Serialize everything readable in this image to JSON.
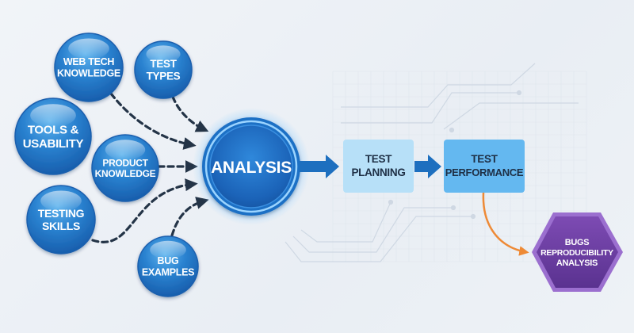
{
  "diagram": {
    "inputs": [
      {
        "id": "web-tech-knowledge",
        "lines": [
          "WEB TECH",
          "KNOWLEDGE"
        ]
      },
      {
        "id": "test-types",
        "lines": [
          "TEST",
          "TYPES"
        ]
      },
      {
        "id": "tools-usability",
        "lines": [
          "TOOLS &",
          "USABILITY"
        ]
      },
      {
        "id": "product-knowledge",
        "lines": [
          "PRODUCT",
          "KNOWLEDGE"
        ]
      },
      {
        "id": "testing-skills",
        "lines": [
          "TESTING",
          "SKILLS"
        ]
      },
      {
        "id": "bug-examples",
        "lines": [
          "BUG",
          "EXAMPLES"
        ]
      }
    ],
    "hub": {
      "id": "analysis",
      "label": "ANALYSIS"
    },
    "steps": [
      {
        "id": "test-planning",
        "lines": [
          "TEST",
          "PLANNING"
        ]
      },
      {
        "id": "test-performance",
        "lines": [
          "TEST",
          "PERFORMANCE"
        ]
      }
    ],
    "outcome": {
      "id": "bugs-reproducibility-analysis",
      "lines": [
        "BUGS",
        "REPRODUCIBILITY",
        "ANALYSIS"
      ]
    },
    "edges": [
      {
        "from": "web-tech-knowledge",
        "to": "analysis",
        "style": "dashed"
      },
      {
        "from": "test-types",
        "to": "analysis",
        "style": "dashed"
      },
      {
        "from": "product-knowledge",
        "to": "analysis",
        "style": "dashed"
      },
      {
        "from": "testing-skills",
        "to": "analysis",
        "style": "dashed"
      },
      {
        "from": "bug-examples",
        "to": "analysis",
        "style": "dashed"
      },
      {
        "from": "analysis",
        "to": "test-planning",
        "style": "solid-block"
      },
      {
        "from": "test-planning",
        "to": "test-performance",
        "style": "solid-block"
      },
      {
        "from": "test-performance",
        "to": "bugs-reproducibility-analysis",
        "style": "curved-orange"
      }
    ],
    "colors": {
      "circle_blue": "#1f6fc0",
      "circle_light": "#4aa3e6",
      "dash_arrow": "#243447",
      "block_arrow": "#1d6fbf",
      "planning_box": "#b7e0f8",
      "performance_box": "#64b8f0",
      "box_text": "#1e2f45",
      "hexagon": "#6a3fa0",
      "hexagon_border": "#9b6fcf",
      "orange_arrow": "#ee8a36"
    }
  }
}
